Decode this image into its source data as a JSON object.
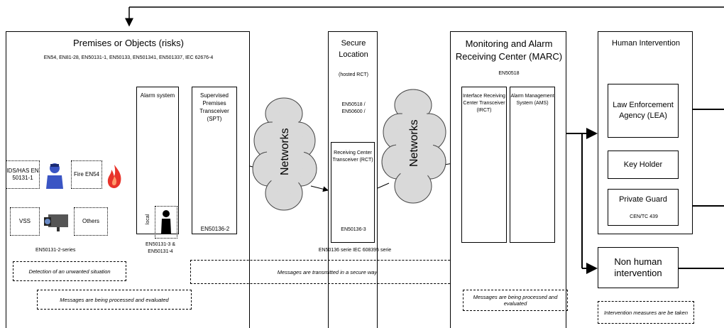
{
  "premises": {
    "title": "Premises or Objects (risks)",
    "standards": "EN54, EN81-28, EN50131-1, EN50133, EN501341, EN501337, IEC 62676-4",
    "alarm_system": "Alarm system",
    "spt": "Supervised Premises Transceiver (SPT)",
    "spt_std": "EN50136-2",
    "ids_has": "IDS/HAS EN 50131-1",
    "fire": "Fire EN54",
    "vss": "VSS",
    "others": "Others",
    "local": "local",
    "series": "EN50131-2-series",
    "local_std": "EN50131-3 & EN50131-4",
    "detection": "Detection of an unwanted situation",
    "processed": "Messages are being processed and evaluated"
  },
  "networks": {
    "left": "Networks",
    "right": "Networks"
  },
  "secure": {
    "title": "Secure Location",
    "hosted": "(hosted RCT)",
    "std": "EN50518 / EN50600 /",
    "rct": "Receiving Center Transceiver (RCT)",
    "rct_std": "EN50136-3",
    "serie": "EN50136 serie IEC 608395 serie",
    "transmitted": "Messages are transmitted in a secure way"
  },
  "marc": {
    "title": "Monitoring and Alarm Receiving Center (MARC)",
    "std": "EN50518",
    "irct": "Interface Receiving Center Transceiver (IRCT)",
    "ams": "Alarm Management System (AMS)",
    "processed": "Messages are being processed and evaluated"
  },
  "human": {
    "title": "Human Intervention",
    "lea": "Law Enforcement Agency (LEA)",
    "key_holder": "Key Holder",
    "guard": "Private Guard",
    "guard_std": "CEN/TC 439",
    "non_human": "Non human intervention",
    "measures": "Intervention measures are be taken"
  },
  "colors": {
    "line": "#000000",
    "cloud": "#d9d9d9",
    "icon_blue": "#3a55c4",
    "fire": "#e8332a"
  }
}
